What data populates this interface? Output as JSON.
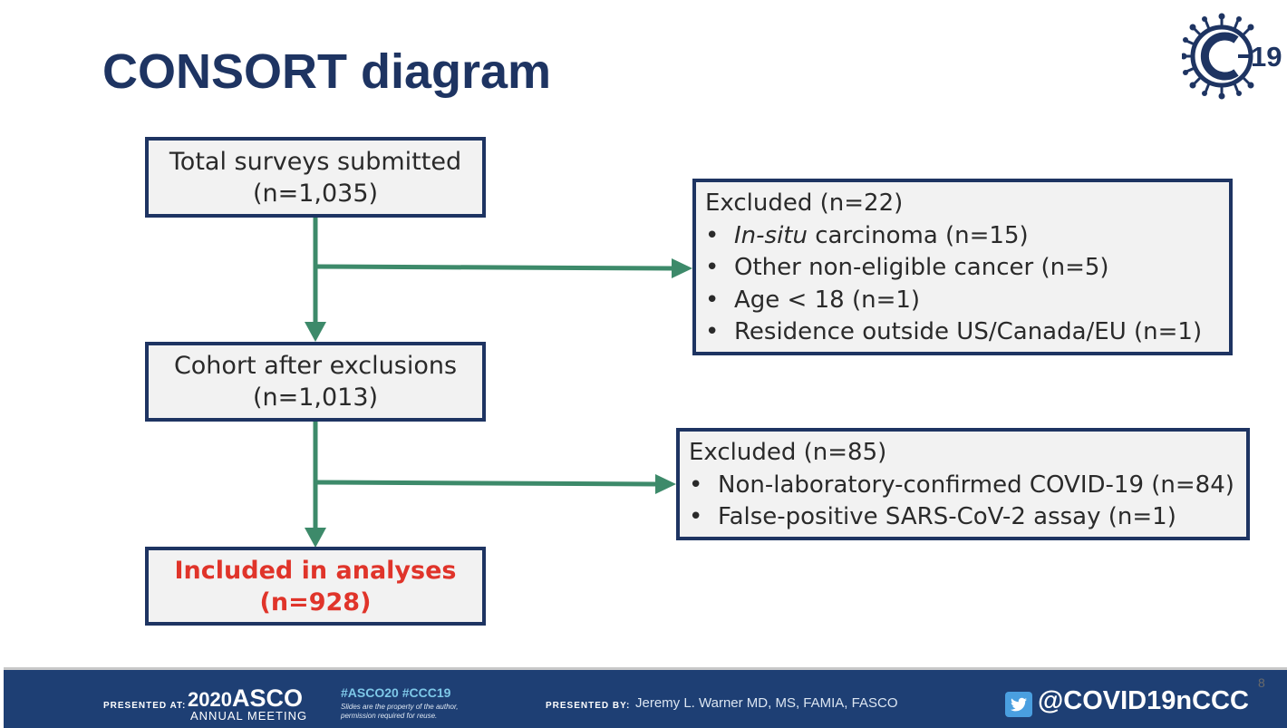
{
  "title": "CONSORT diagram",
  "logo": {
    "text": "19"
  },
  "diagram": {
    "boxes": {
      "total": {
        "line1": "Total surveys submitted",
        "line2": "(n=1,035)"
      },
      "excluded1": {
        "heading": "Excluded (n=22)",
        "items": [
          {
            "italic": "In-situ",
            "text": " carcinoma (n=15)"
          },
          {
            "italic": "",
            "text": "Other non-eligible cancer (n=5)"
          },
          {
            "italic": "",
            "text": "Age < 18 (n=1)"
          },
          {
            "italic": "",
            "text": "Residence outside US/Canada/EU (n=1)"
          }
        ]
      },
      "cohort": {
        "line1": "Cohort after exclusions",
        "line2": "(n=1,013)"
      },
      "excluded2": {
        "heading": "Excluded (n=85)",
        "items": [
          {
            "italic": "",
            "text": "Non-laboratory-confirmed COVID-19 (n=84)"
          },
          {
            "italic": "",
            "text": "False-positive SARS-CoV-2 assay (n=1)"
          }
        ]
      },
      "included": {
        "line1": "Included in analyses",
        "line2": "(n=928)"
      }
    },
    "bullet": "•"
  },
  "footer": {
    "presented_at": "PRESENTED AT:",
    "asco_year": "2020",
    "asco_name": "ASCO",
    "asco_meeting": "ANNUAL MEETING",
    "hashtags": "#ASCO20  #CCC19",
    "disclaimer_line1": "Slides are the property of the author,",
    "disclaimer_line2": "permission required for reuse.",
    "presented_by": "PRESENTED BY:",
    "presenter": "Jeremy L. Warner MD, MS, FAMIA, FASCO",
    "twitter_handle": "@COVID19nCCC"
  },
  "page_number": "8",
  "colors": {
    "navy": "#1e3462",
    "box_fill": "#f2f2f2",
    "arrow_green": "#3d8a6a",
    "highlight_red": "#e0342a",
    "footer_blue": "#1e3f74",
    "hashtag_blue": "#7ec8e8"
  },
  "icons": [
    "virus-c19-logo-icon",
    "twitter-bird-icon"
  ]
}
